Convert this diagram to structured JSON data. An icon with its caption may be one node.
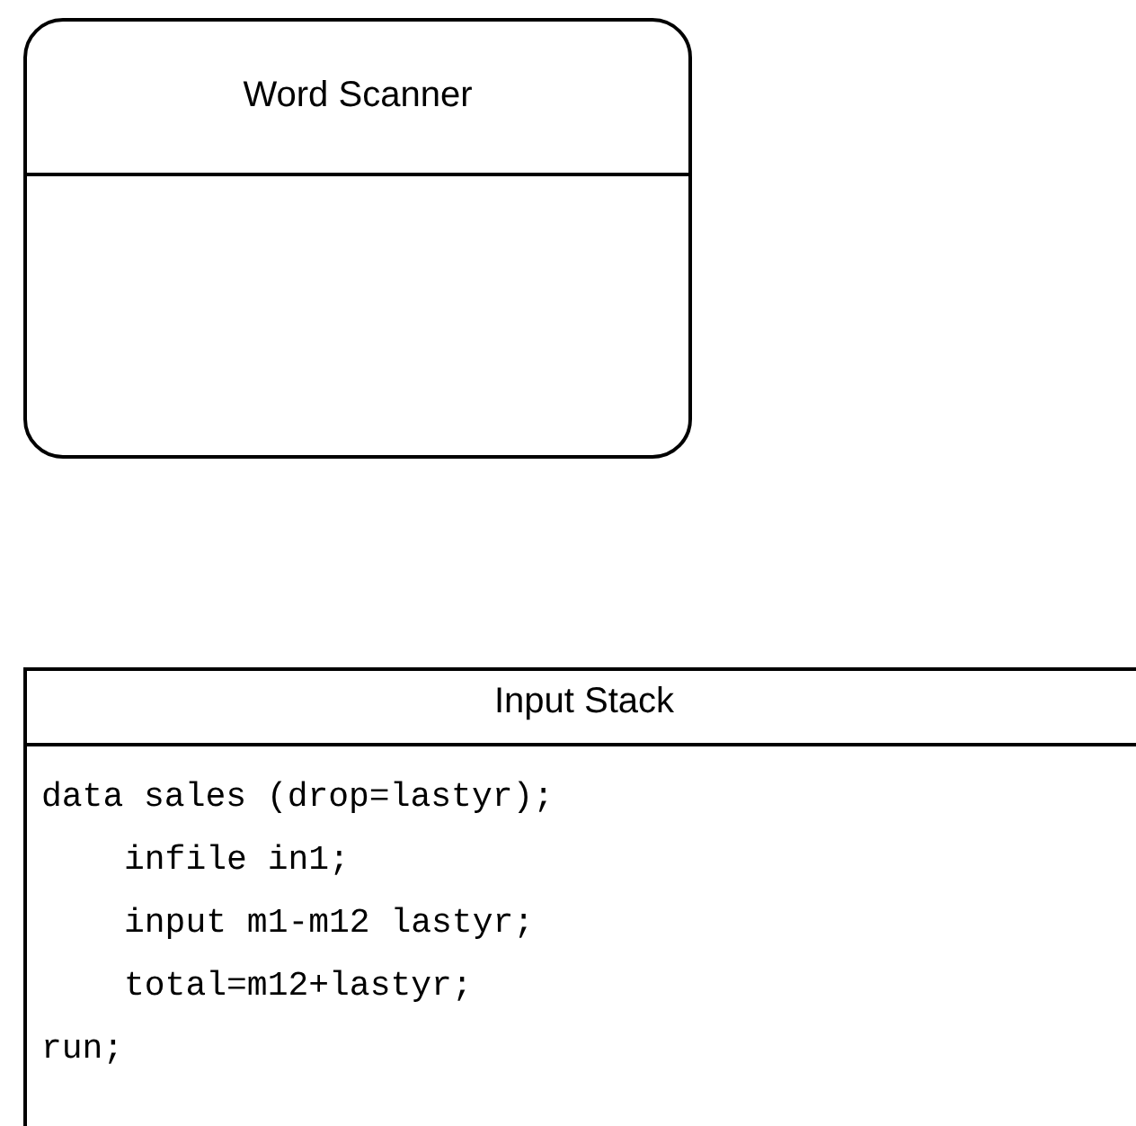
{
  "diagram": {
    "nodes": [
      {
        "text": [
          "Word Scanner"
        ]
      },
      {
        "text": [
          "Input Stack",
          "data sales (drop=lastyr);",
          "infile in1;",
          "input m1-m12 lastyr;",
          "total=m12+lastyr;",
          "run;"
        ]
      }
    ]
  }
}
